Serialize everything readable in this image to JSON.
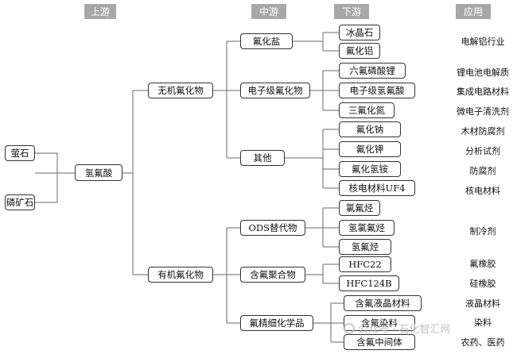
{
  "headers": {
    "upstream": "上游",
    "midstream": "中游",
    "downstream": "下游",
    "application": "应用"
  },
  "upstream": {
    "fluorite": "萤石",
    "phosphate": "磷矿石"
  },
  "acid": "氢氟酸",
  "level1": {
    "inorganic": "无机氟化物",
    "organic": "有机氟化物"
  },
  "mid": {
    "fluoride_salt": "氟化盐",
    "electronic": "电子级氟化物",
    "other": "其他",
    "ods": "ODS替代物",
    "polymer": "含氟聚合物",
    "fine": "氟精细化学品"
  },
  "down": {
    "cryolite": "冰晶石",
    "alf3": "氟化铝",
    "lipf6": "六氟磷酸锂",
    "ehf": "电子级氢氟酸",
    "nf3": "三氟化氮",
    "naf": "氟化钠",
    "kf": "氟化钾",
    "nh4f": "氟化氢铵",
    "uf4": "核电材料UF4",
    "cfc": "氯氟烃",
    "hcfc": "氢氯氟烃",
    "hfc": "氢氟烃",
    "hfc22": "HFC22",
    "hfc124b": "HFC124B",
    "lcd": "含氟液晶材料",
    "dye": "含氟染料",
    "intermediate": "含氟中间体"
  },
  "apps": {
    "electrolytic_al": "电解铝行业",
    "li_battery": "锂电池电解质",
    "ic_materials": "集成电路材料",
    "microelectronic": "微电子清洗剂",
    "wood": "木材防腐剂",
    "reagent": "分析试剂",
    "preservative": "防腐剂",
    "nuclear": "核电材料",
    "refrigerant": "制冷剂",
    "f_rubber": "氟橡胶",
    "si_rubber": "硅橡胶",
    "lcd_material": "液晶材料",
    "dye": "染料",
    "pharma": "农药、医药"
  },
  "watermark": "公众号 · 石化智汇网"
}
